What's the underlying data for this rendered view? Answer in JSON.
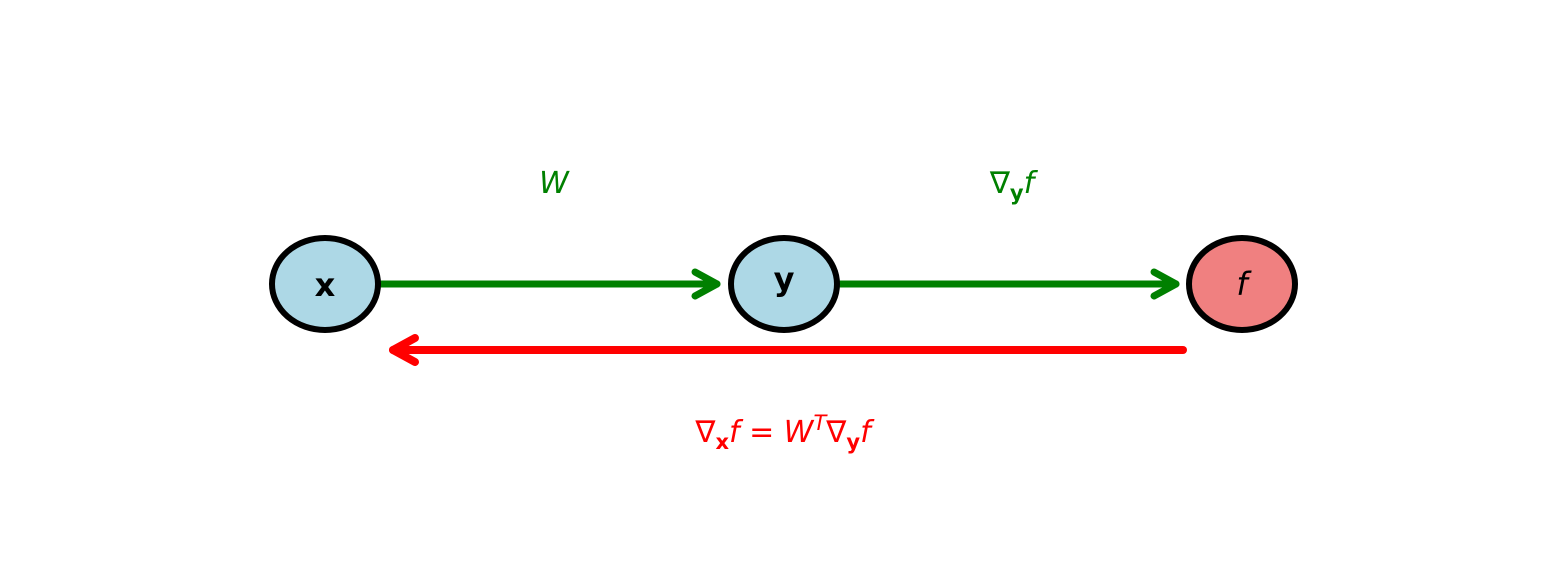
{
  "diagram": {
    "title": "Backpropagation through linear layer",
    "nodes": [
      {
        "id": "x",
        "label": "x",
        "style": "bold",
        "fill": "#add8e6"
      },
      {
        "id": "y",
        "label": "y",
        "style": "bold",
        "fill": "#add8e6"
      },
      {
        "id": "f",
        "label": "f",
        "style": "italic",
        "fill": "#f08080"
      }
    ],
    "edges": [
      {
        "from": "x",
        "to": "y",
        "direction": "forward",
        "color": "#008000",
        "label_parts": [
          {
            "text": "W",
            "style": "italic"
          }
        ]
      },
      {
        "from": "y",
        "to": "f",
        "direction": "forward",
        "color": "#008000",
        "label_parts": [
          {
            "text": "∇",
            "style": "normal"
          },
          {
            "text": "y",
            "style": "bold-sub"
          },
          {
            "text": "f",
            "style": "italic"
          }
        ]
      },
      {
        "from": "f",
        "to": "x",
        "direction": "backward",
        "color": "#ff0000",
        "label_parts": [
          {
            "text": "∇",
            "style": "normal"
          },
          {
            "text": "x",
            "style": "bold-sub"
          },
          {
            "text": "f",
            "style": "italic"
          },
          {
            "text": " = ",
            "style": "normal"
          },
          {
            "text": "W",
            "style": "italic"
          },
          {
            "text": "T",
            "style": "italic-sup"
          },
          {
            "text": "∇",
            "style": "normal"
          },
          {
            "text": "y",
            "style": "bold-sub"
          },
          {
            "text": "f",
            "style": "italic"
          }
        ]
      }
    ],
    "colors": {
      "node_stroke": "#000000",
      "forward": "#008000",
      "backward": "#ff0000"
    }
  }
}
